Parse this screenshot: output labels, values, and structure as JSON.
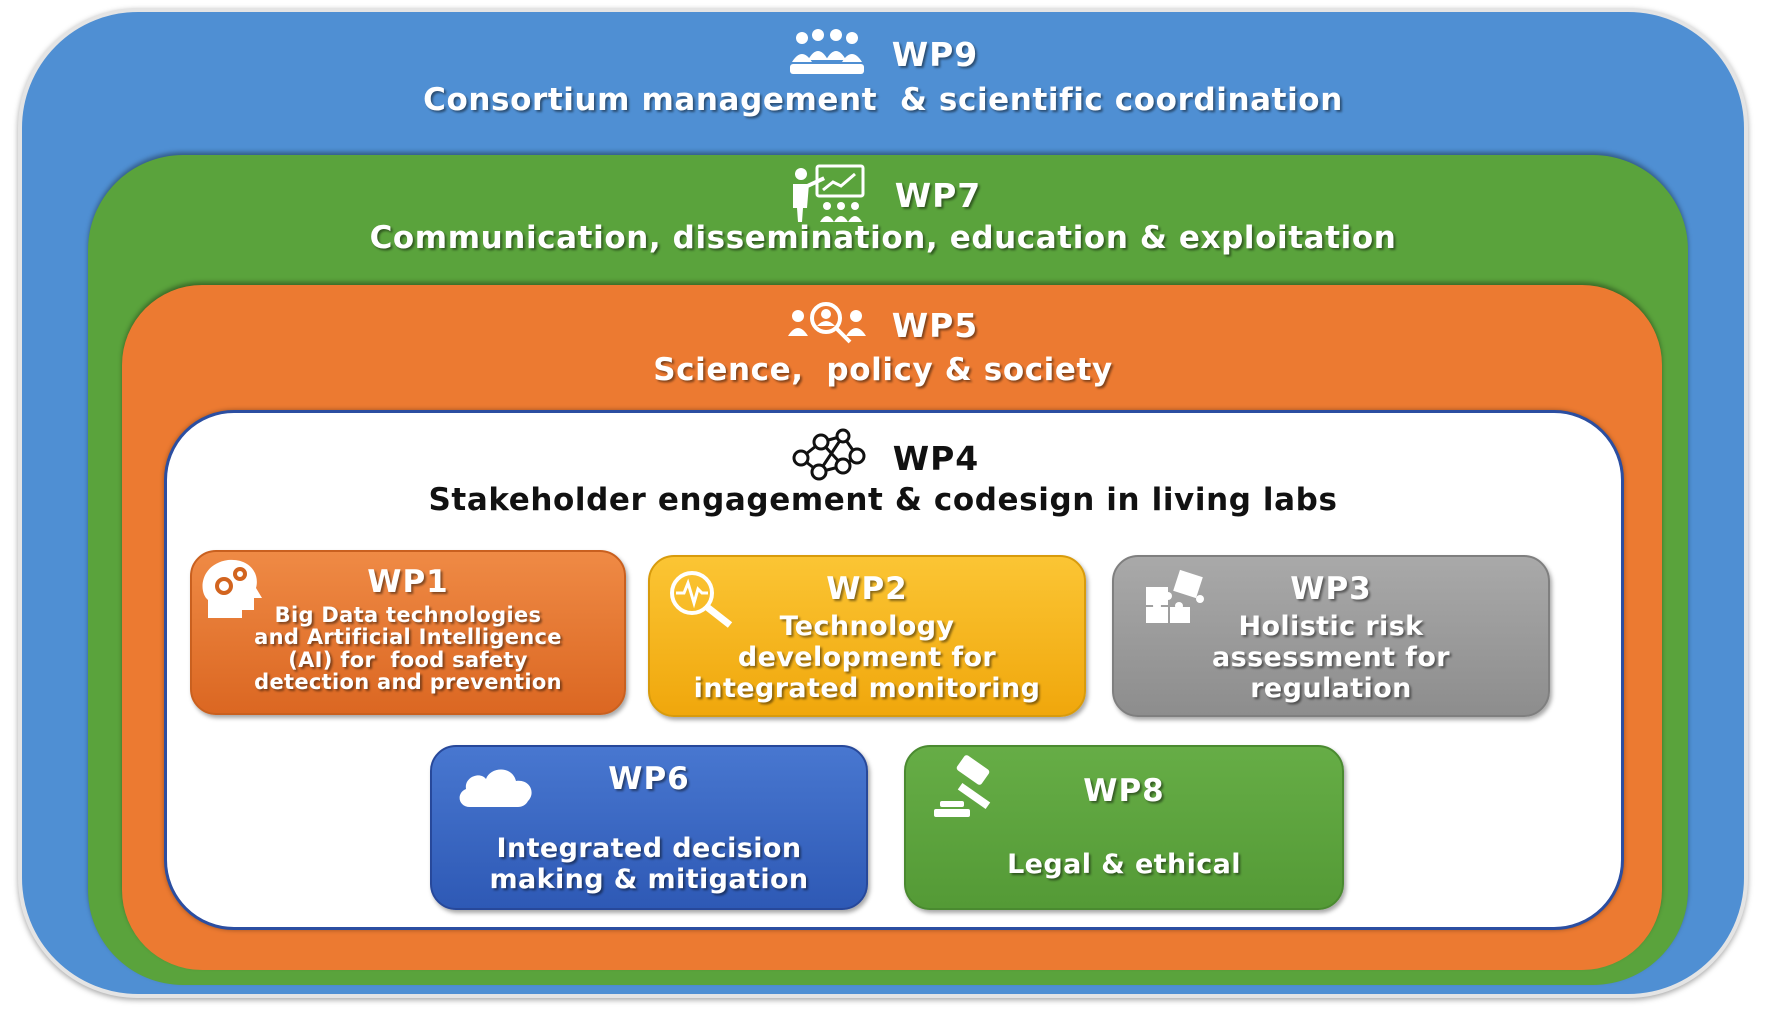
{
  "colors": {
    "wp9_blue": "#4f8fd3",
    "wp7_green": "#5aa33c",
    "wp5_orange": "#ec7a31",
    "wp4_white": "#ffffff",
    "wp1_orange": "#e6742e",
    "wp2_yellow": "#f6b40f",
    "wp3_gray": "#9b9b9b",
    "wp6_blue": "#3463c1",
    "wp8_green": "#5ea33e"
  },
  "rings": {
    "wp9": {
      "code": "WP9",
      "title": "Consortium management  & scientific coordination",
      "icon": "group-people-icon"
    },
    "wp7": {
      "code": "WP7",
      "title": "Communication, dissemination, education & exploitation",
      "icon": "presentation-icon"
    },
    "wp5": {
      "code": "WP5",
      "title": "Science,  policy & society",
      "icon": "people-search-icon"
    },
    "wp4": {
      "code": "WP4",
      "title": "Stakeholder engagement & codesign in living labs",
      "icon": "network-icon"
    }
  },
  "cards": {
    "wp1": {
      "code": "WP1",
      "lines": [
        "Big Data technologies",
        "and Artificial Intelligence",
        "(AI) for  food safety",
        "detection and prevention"
      ],
      "icon": "head-gears-icon"
    },
    "wp2": {
      "code": "WP2",
      "lines": [
        "Technology",
        "development for",
        "integrated monitoring"
      ],
      "icon": "magnifier-pulse-icon"
    },
    "wp3": {
      "code": "WP3",
      "lines": [
        "Holistic risk",
        "assessment for",
        "regulation"
      ],
      "icon": "puzzle-icon"
    },
    "wp6": {
      "code": "WP6",
      "lines": [
        "Integrated decision",
        "making & mitigation"
      ],
      "icon": "cloud-icon"
    },
    "wp8": {
      "code": "WP8",
      "lines": [
        "Legal & ethical"
      ],
      "icon": "gavel-icon"
    }
  }
}
